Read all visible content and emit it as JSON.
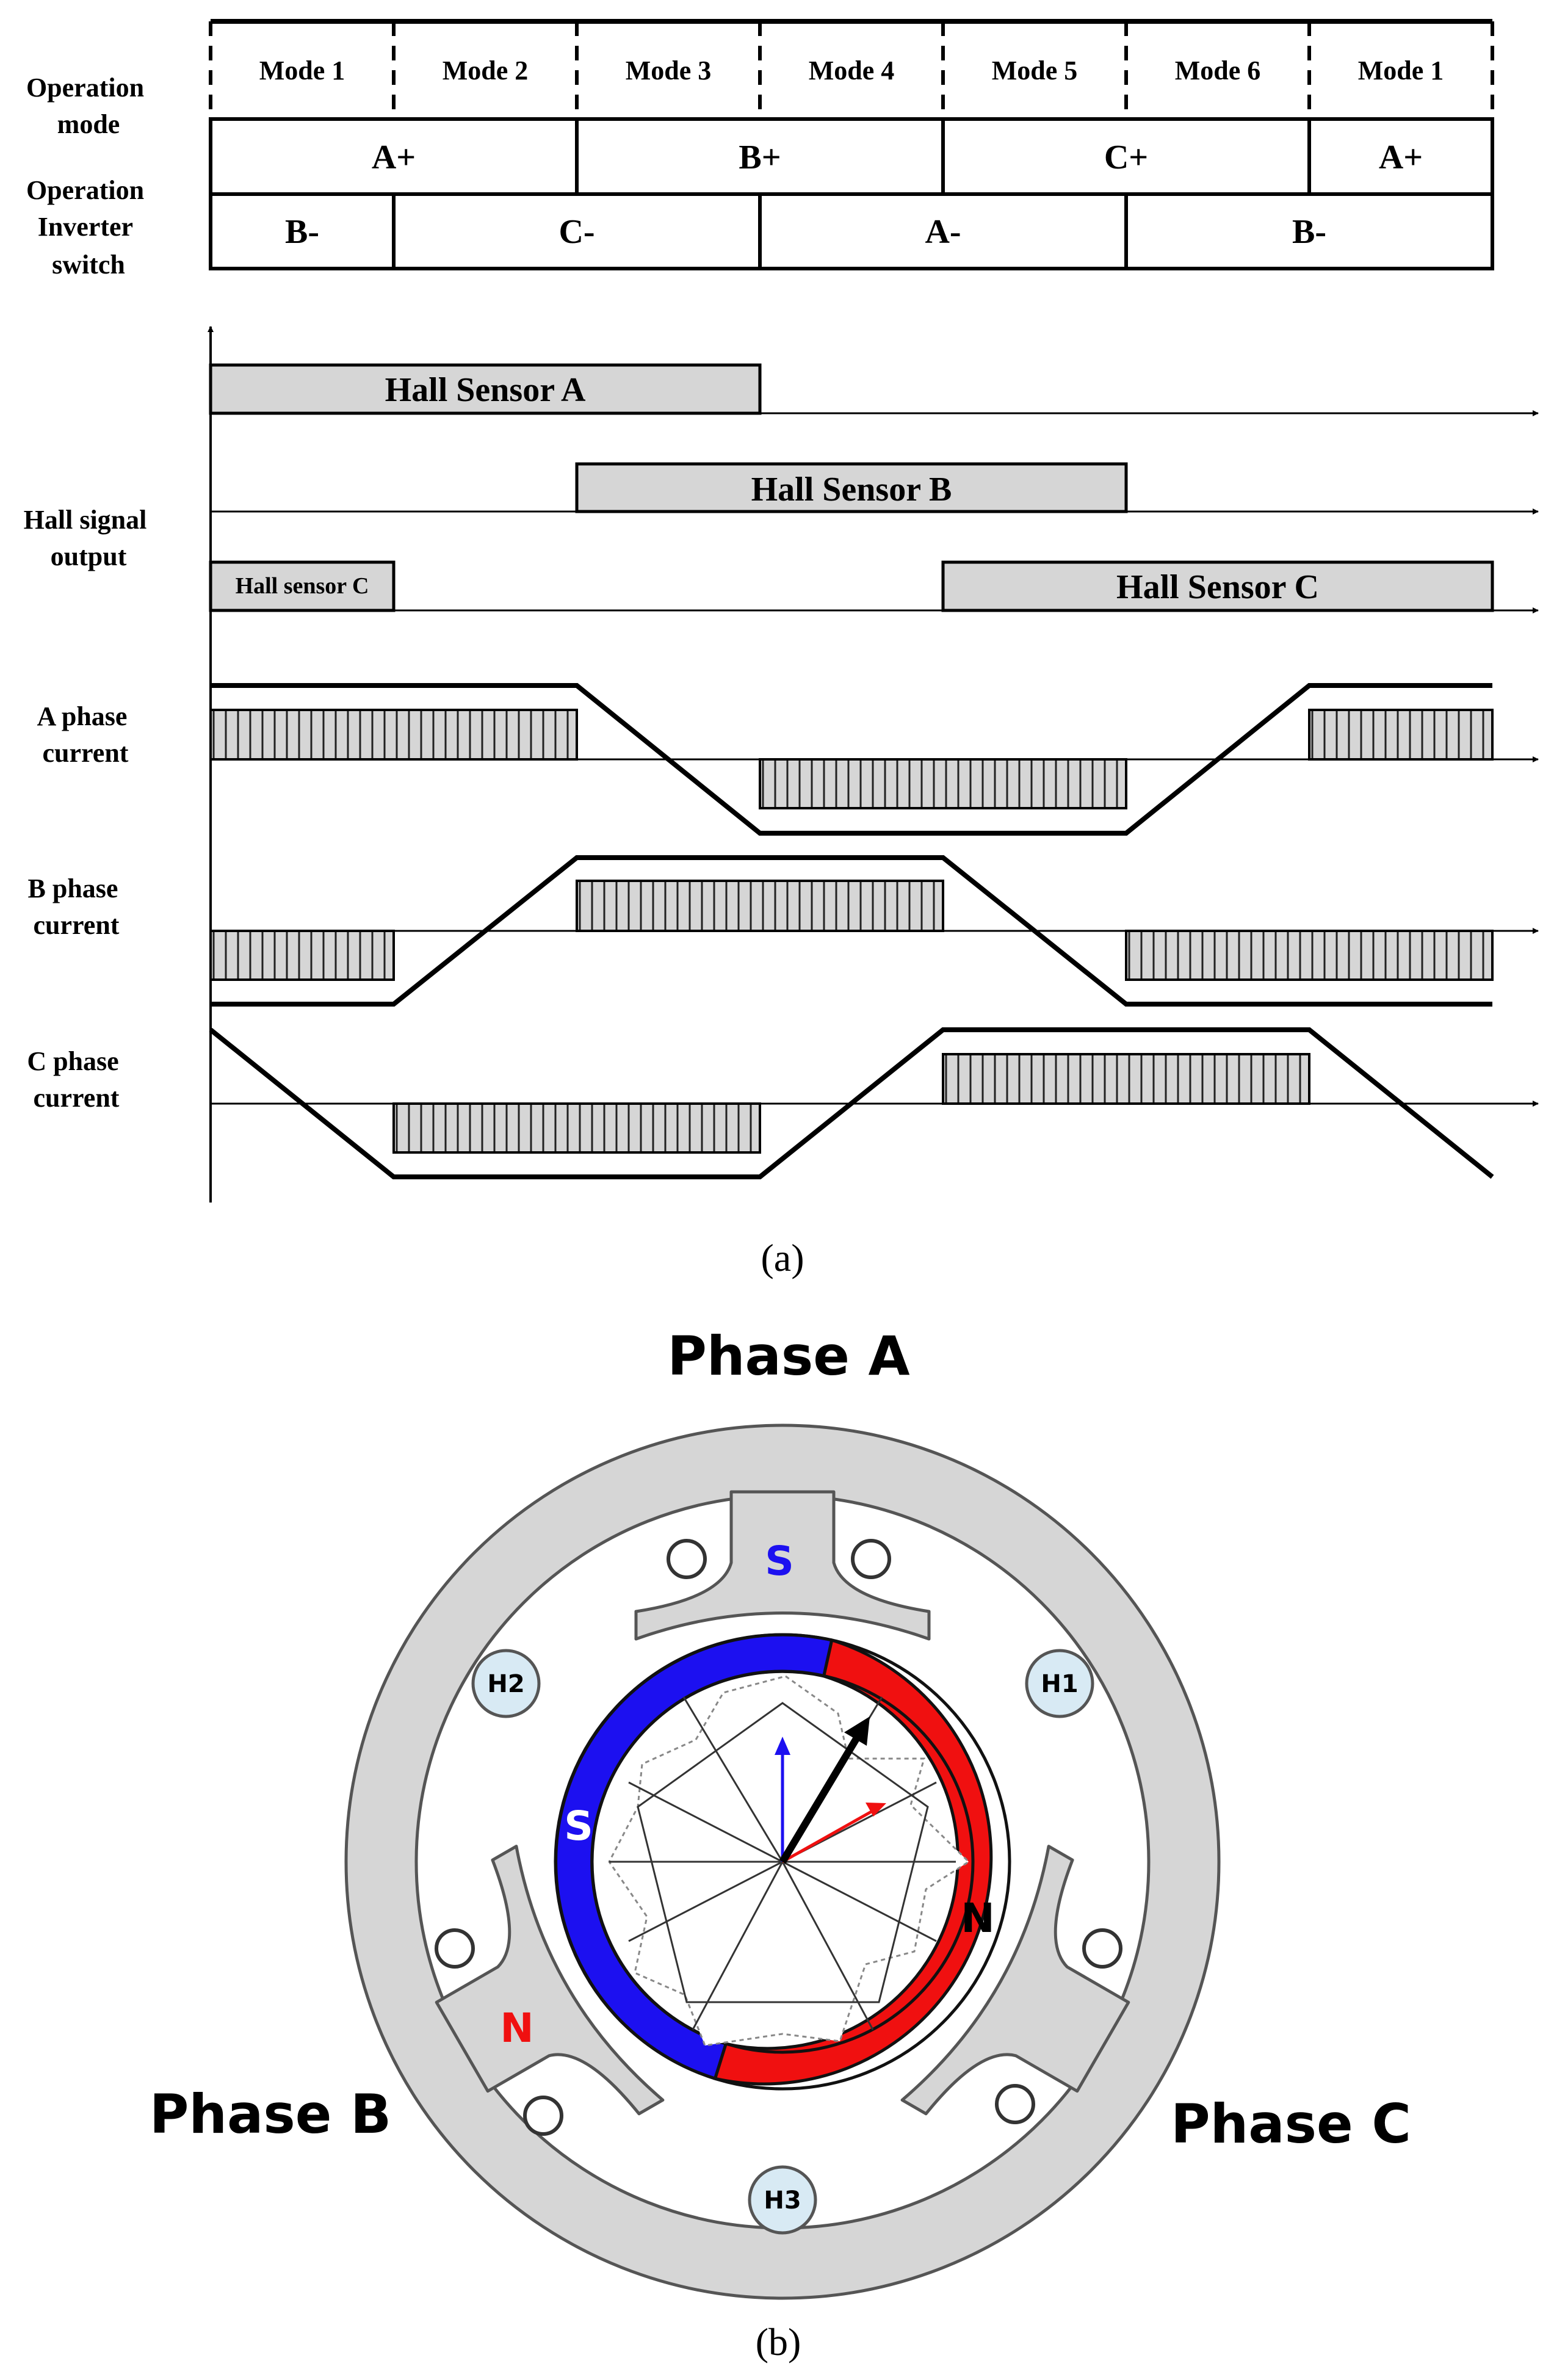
{
  "panel_a": {
    "row_labels": {
      "operation_mode": [
        "Operation",
        "mode"
      ],
      "operation_inverter_switch": [
        "Operation",
        "Inverter",
        "switch"
      ],
      "hall_signal_output": [
        "Hall signal",
        "output"
      ],
      "a_phase_current": [
        "A phase",
        "current"
      ],
      "b_phase_current": [
        "B phase",
        "current"
      ],
      "c_phase_current": [
        "C phase",
        "current"
      ]
    },
    "modes": [
      "Mode 1",
      "Mode 2",
      "Mode 3",
      "Mode 4",
      "Mode 5",
      "Mode 6",
      "Mode 1"
    ],
    "upper_switches": [
      "A+",
      "B+",
      "C+",
      "A+"
    ],
    "lower_switches": [
      "B-",
      "C-",
      "A-",
      "B-"
    ],
    "hall_sensors": {
      "a": "Hall Sensor A",
      "b": "Hall Sensor B",
      "c_small": "Hall sensor C",
      "c": "Hall Sensor C"
    },
    "caption": "(a)"
  },
  "panel_b": {
    "phase_a": "Phase A",
    "phase_b": "Phase B",
    "phase_c": "Phase C",
    "pole_s_top": "S",
    "pole_n_left": "N",
    "rotor_s": "S",
    "rotor_n": "N",
    "hall_h1": "H1",
    "hall_h2": "H2",
    "hall_h3": "H3",
    "caption": "(b)",
    "colors": {
      "south": "#1c10f0",
      "north": "#f01010",
      "stator": "#d6d6d6",
      "hall": "#d8eaf4"
    }
  }
}
